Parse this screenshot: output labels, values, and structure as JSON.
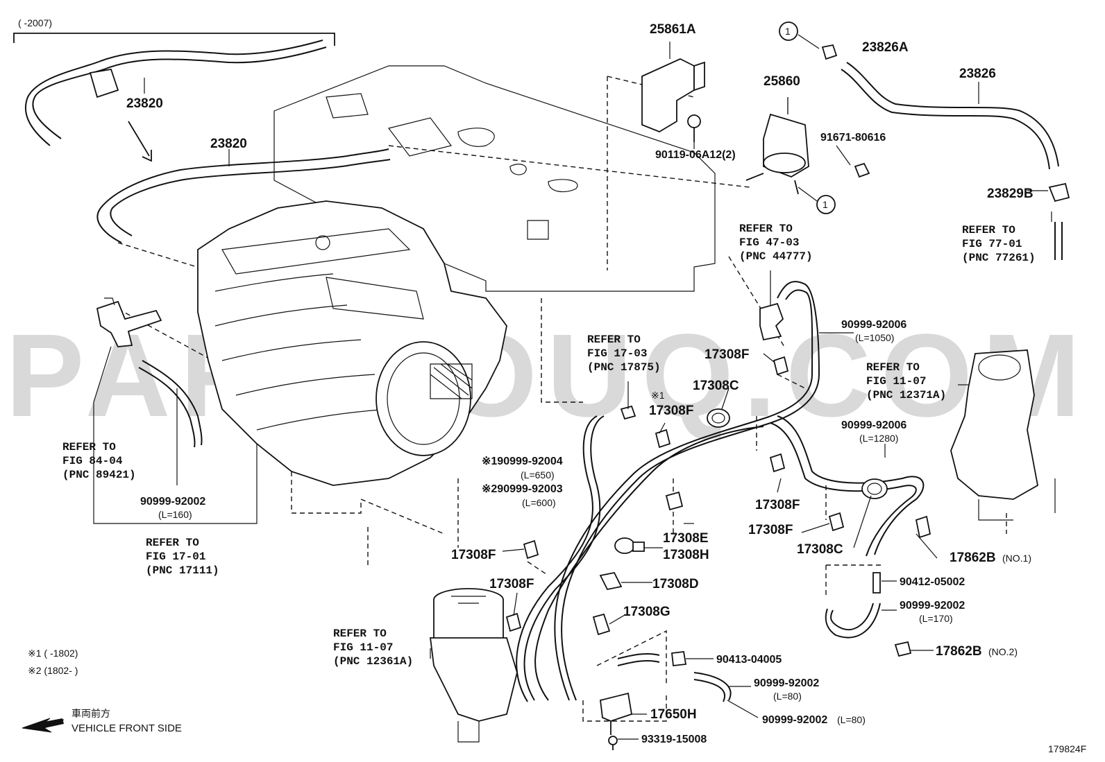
{
  "header_range": "(       -2007)",
  "watermark": "PARTSOUQ.COM",
  "figure_code": "179824F",
  "circle_marker": "1",
  "asterisk_marker": "※1",
  "part_numbers": {
    "p23820_top": "23820",
    "p23820_mid": "23820",
    "p25861A": "25861A",
    "p25860": "25860",
    "p23826A": "23826A",
    "p23826": "23826",
    "p90119": "90119-06A12(2)",
    "p91671": "91671-80616",
    "p23829B": "23829B",
    "p17308F_a": "17308F",
    "p17308C_a": "17308C",
    "p17308F_b": "17308F",
    "p17308F_c": "17308F",
    "p17308F_d": "17308F",
    "p17308C_b": "17308C",
    "p17308E": "17308E",
    "p17308H": "17308H",
    "p17308F_e": "17308F",
    "p17308D": "17308D",
    "p17308F_f": "17308F",
    "p17308G": "17308G",
    "p17862B_1": "17862B",
    "p17862B_1_note": "(NO.1)",
    "p17862B_2": "17862B",
    "p17862B_2_note": "(NO.2)",
    "p90412": "90412-05002",
    "p90999_92002_c": "90999-92002",
    "p90999_92002_c_len": "(L=170)",
    "p90413": "90413-04005",
    "p90999_92002_d": "90999-92002",
    "p90999_92002_d_len": "(L=80)",
    "p90999_92002_e": "90999-92002",
    "p90999_92002_e_len": "(L=80)",
    "p17650H": "17650H",
    "p93319": "93319-15008",
    "p90999_92006_a": "90999-92006",
    "p90999_92006_a_len": "(L=1050)",
    "p90999_92006_b": "90999-92006",
    "p90999_92006_b_len": "(L=1280)",
    "p90999_92004": "※190999-92004",
    "p90999_92004_len": "(L=650)",
    "p90999_92003": "※290999-92003",
    "p90999_92003_len": "(L=600)",
    "p90999_92002_a": "90999-92002",
    "p90999_92002_a_len": "(L=160)"
  },
  "refer_blocks": [
    {
      "l1": "REFER TO",
      "l2": "FIG 47-03",
      "l3": "(PNC 44777)"
    },
    {
      "l1": "REFER TO",
      "l2": "FIG 77-01",
      "l3": "(PNC 77261)"
    },
    {
      "l1": "REFER TO",
      "l2": "FIG 17-03",
      "l3": "(PNC 17875)"
    },
    {
      "l1": "REFER TO",
      "l2": "FIG 11-07",
      "l3": "(PNC 12371A)"
    },
    {
      "l1": "REFER TO",
      "l2": "FIG 84-04",
      "l3": "(PNC 89421)"
    },
    {
      "l1": "REFER TO",
      "l2": "FIG 17-01",
      "l3": "(PNC 17111)"
    },
    {
      "l1": "REFER TO",
      "l2": "FIG 11-07",
      "l3": "(PNC 12361A)"
    }
  ],
  "notes": {
    "note1": "※1 (       -1802)",
    "note2": "※2 (1802-       )"
  },
  "direction": {
    "jp": "車両前方",
    "en": "VEHICLE FRONT SIDE"
  }
}
